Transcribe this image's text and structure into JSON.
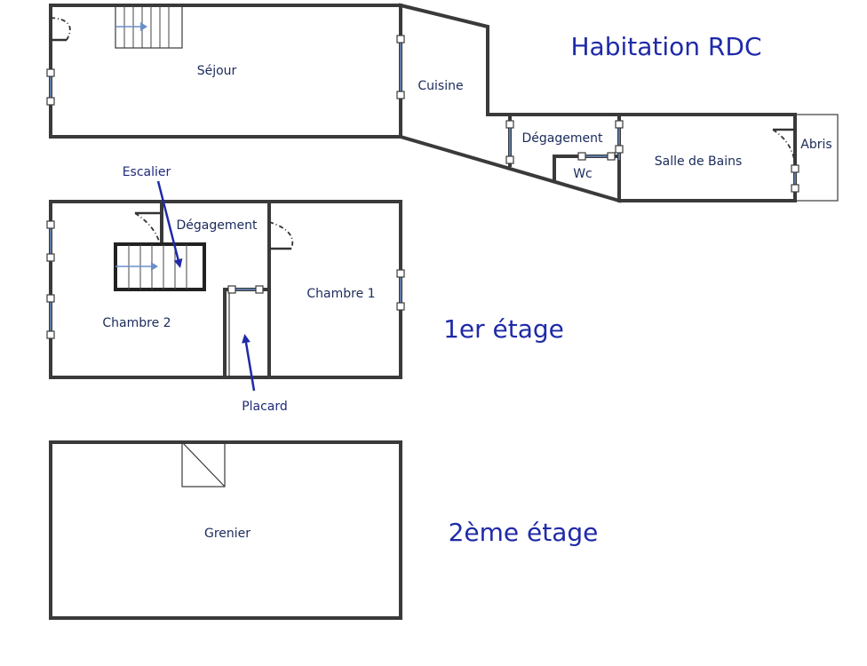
{
  "titles": {
    "rdc": "Habitation RDC",
    "etage1": "1er étage",
    "etage2": "2ème étage"
  },
  "rooms": {
    "sejour": "Séjour",
    "cuisine": "Cuisine",
    "degagement_rdc": "Dégagement",
    "wc": "Wc",
    "salle_de_bains": "Salle de Bains",
    "abris": "Abris",
    "degagement_1": "Dégagement",
    "chambre1": "Chambre 1",
    "chambre2": "Chambre 2",
    "grenier": "Grenier"
  },
  "annotations": {
    "escalier": "Escalier",
    "placard": "Placard"
  },
  "colors": {
    "walls": "#3a3a3a",
    "title_text": "#1f2aa8",
    "window_glass": "#6a8fc9"
  }
}
